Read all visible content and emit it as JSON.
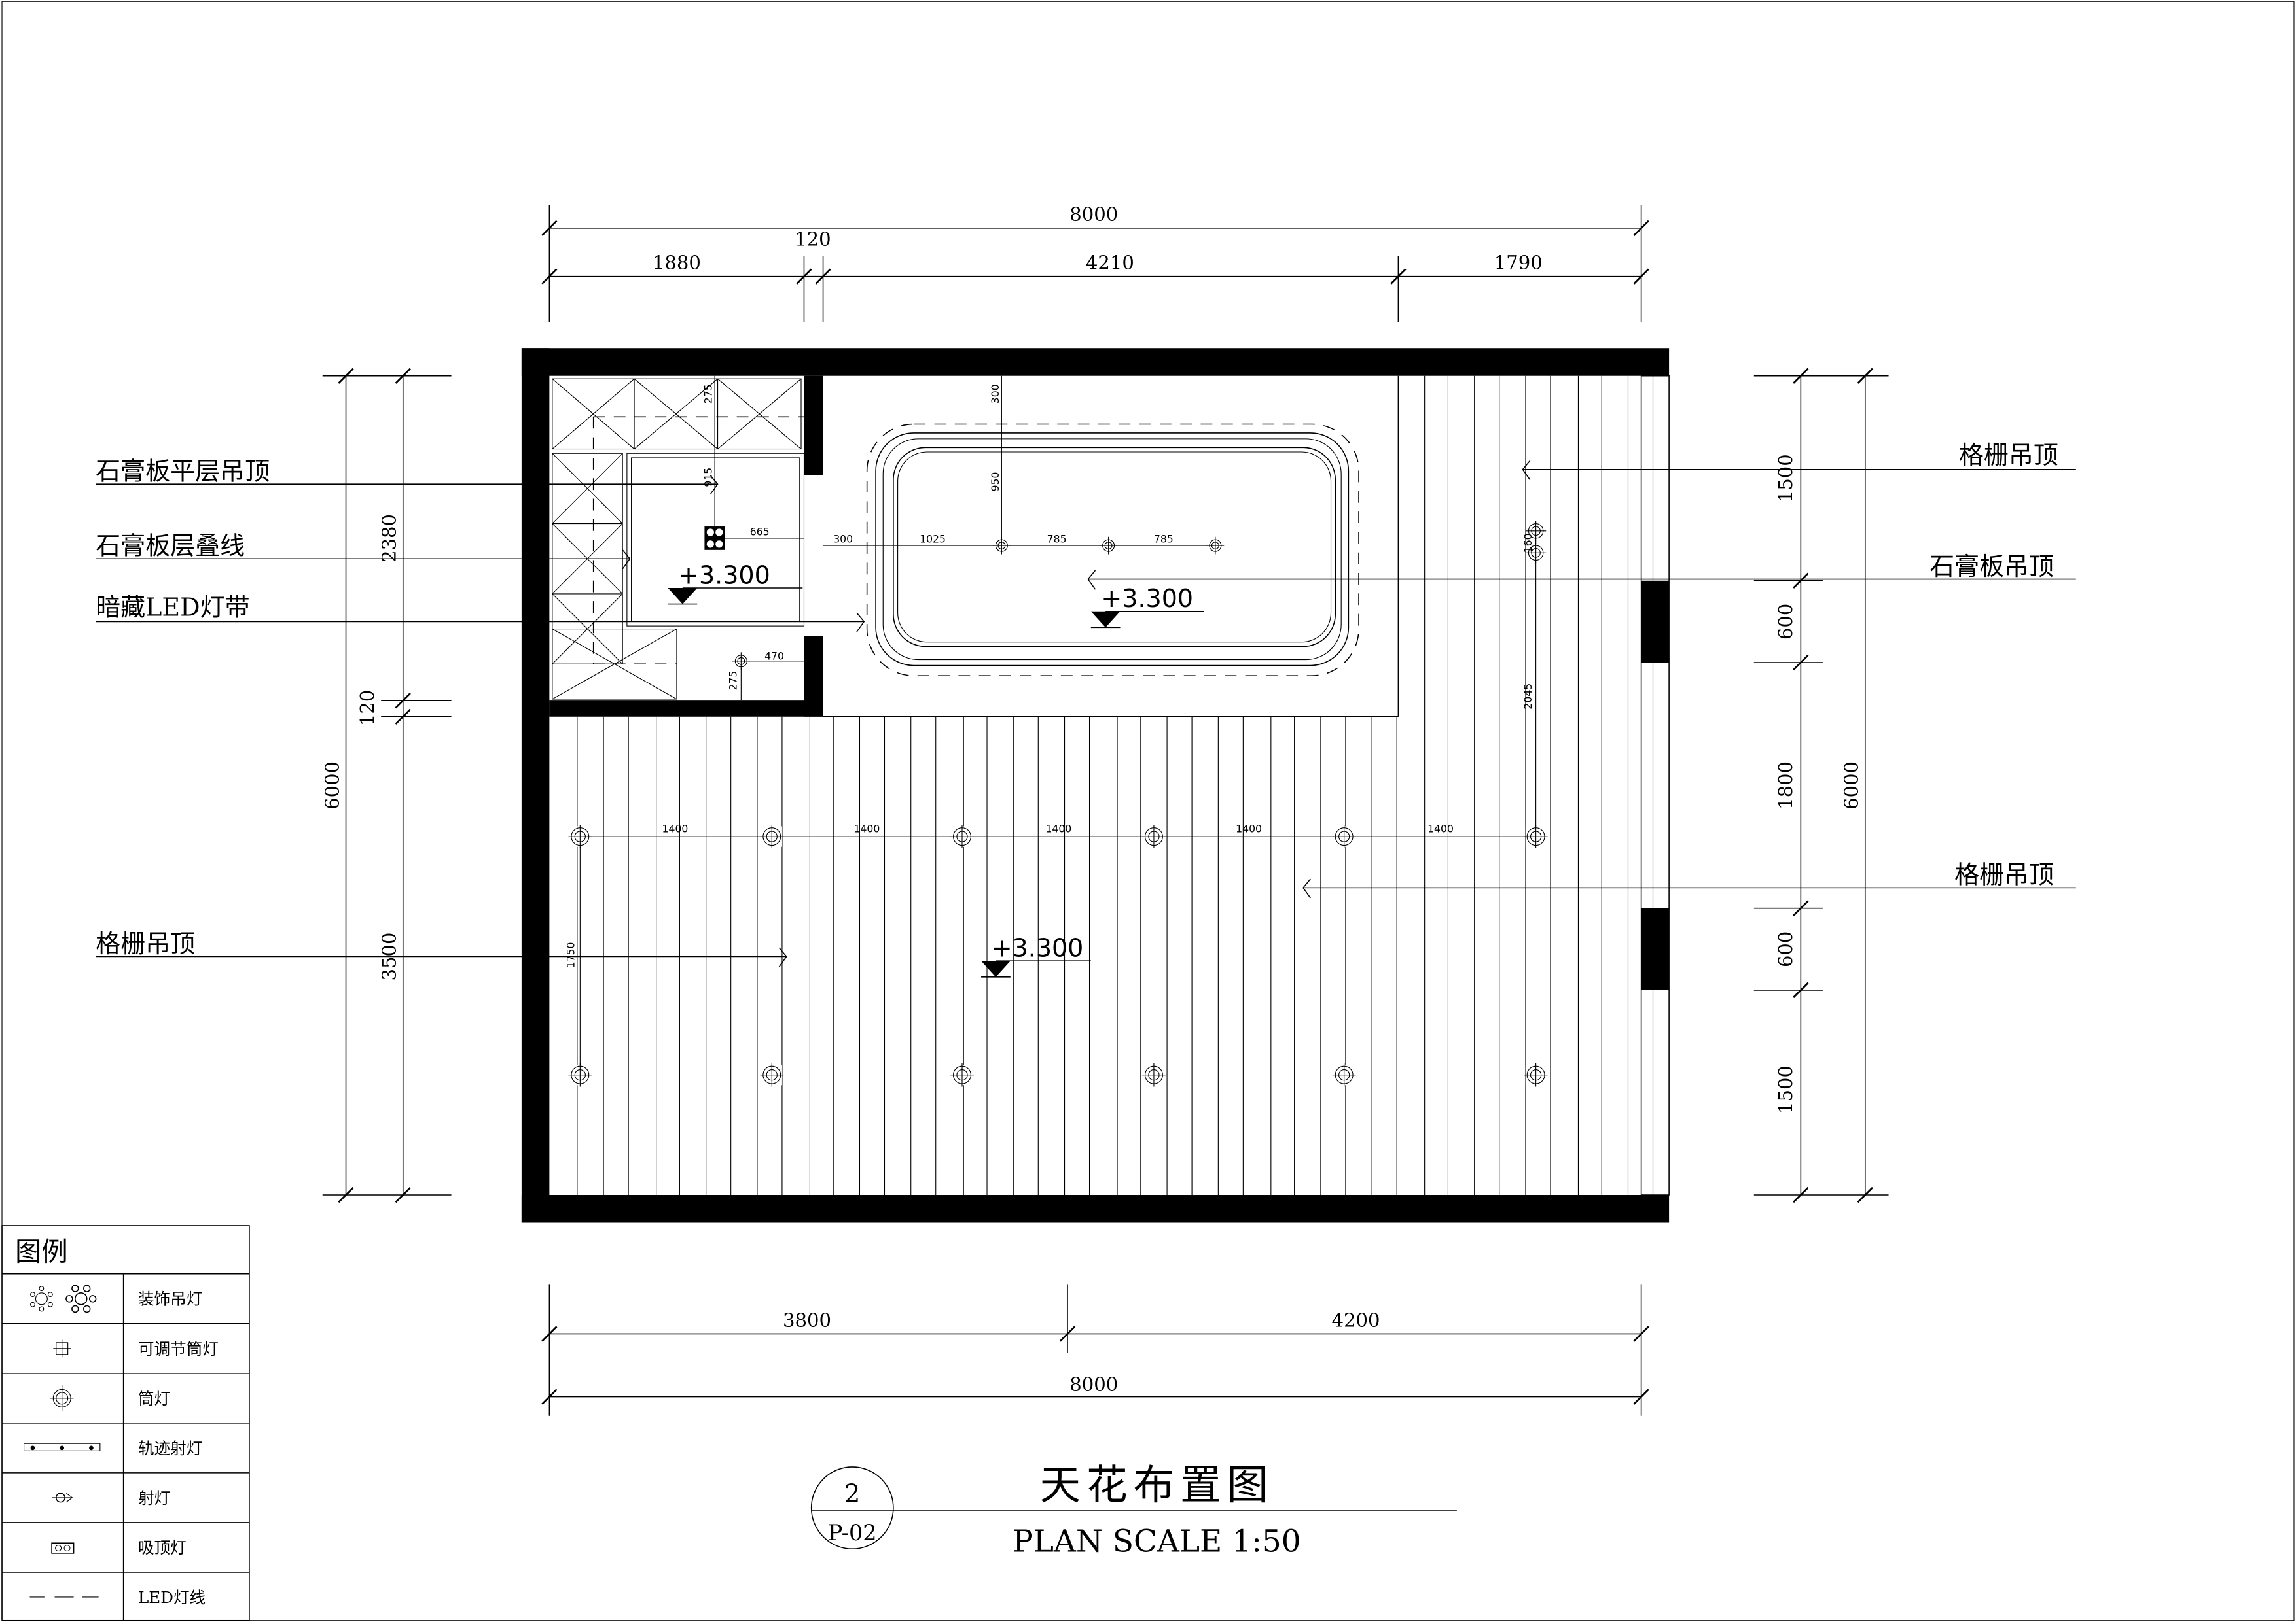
{
  "labels": {
    "left": [
      "石膏板平层吊顶",
      "石膏板层叠线",
      "暗藏LED灯带",
      "格栅吊顶"
    ],
    "right": [
      "格栅吊顶",
      "石膏板吊顶",
      "格栅吊顶"
    ]
  },
  "elevations": [
    "+3.300",
    "+3.300",
    "+3.300"
  ],
  "dimensions": {
    "top_total": "8000",
    "top": [
      "1880",
      "120",
      "4210",
      "1790"
    ],
    "bottom": [
      "3800",
      "4200"
    ],
    "bottom_total": "8000",
    "left_total": "6000",
    "left": [
      "2380",
      "120",
      "3500"
    ],
    "right": [
      "1500",
      "600",
      "1800",
      "600",
      "1500"
    ],
    "right_total": "6000",
    "inner": {
      "d275a": "275",
      "d915": "915",
      "d665": "665",
      "d300h": "300",
      "d1025": "1025",
      "d785a": "785",
      "d785b": "785",
      "d300v": "300",
      "d950": "950",
      "d470": "470",
      "d275b": "275",
      "d1750": "1750",
      "d2045": "2045",
      "d160": "160"
    },
    "grid_spacing": [
      "1400",
      "1400",
      "1400",
      "1400",
      "1400"
    ]
  },
  "title": {
    "number": "2",
    "sheet": "P-02",
    "name": "天花布置图",
    "scale": "PLAN SCALE 1:50"
  },
  "legend": {
    "header": "图例",
    "items": [
      {
        "icon": "decorative-pendant-light-icon",
        "label": "装饰吊灯"
      },
      {
        "icon": "adjustable-downlight-icon",
        "label": "可调节筒灯"
      },
      {
        "icon": "downlight-icon",
        "label": "筒灯"
      },
      {
        "icon": "track-spotlight-icon",
        "label": "轨迹射灯"
      },
      {
        "icon": "spotlight-icon",
        "label": "射灯"
      },
      {
        "icon": "ceiling-light-icon",
        "label": "吸顶灯"
      },
      {
        "icon": "led-strip-icon",
        "label": "LED灯线"
      }
    ]
  }
}
